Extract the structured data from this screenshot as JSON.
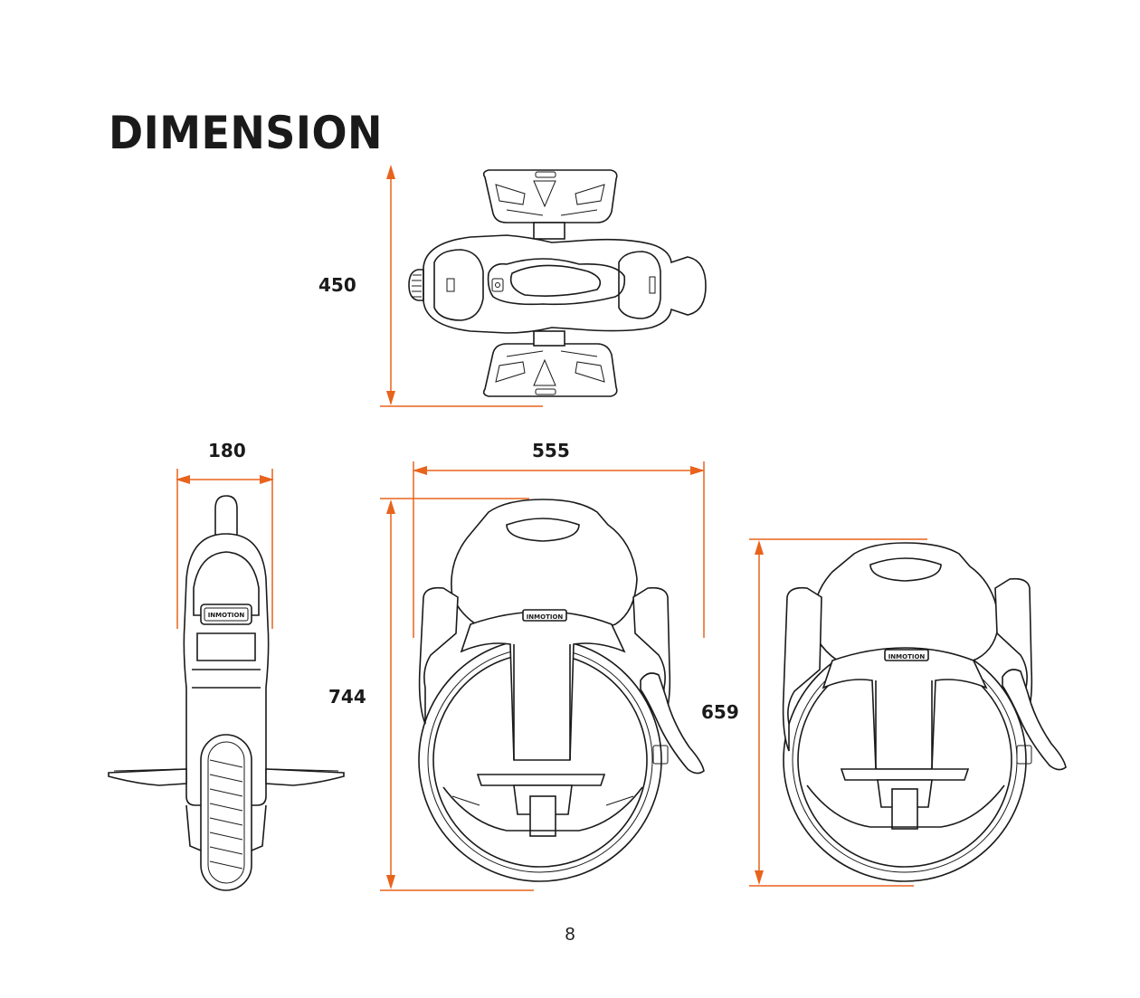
{
  "page": {
    "title": "DIMENSION",
    "page_number": "8"
  },
  "dimensions": {
    "top_view_width": "450",
    "side_view_thickness": "180",
    "length": "555",
    "height": "744",
    "height_without_handle": "659"
  },
  "brand": {
    "logo_text": "INMOTION"
  },
  "colors": {
    "dimension_line": "#e8631c",
    "ink": "#1a1a1a"
  }
}
